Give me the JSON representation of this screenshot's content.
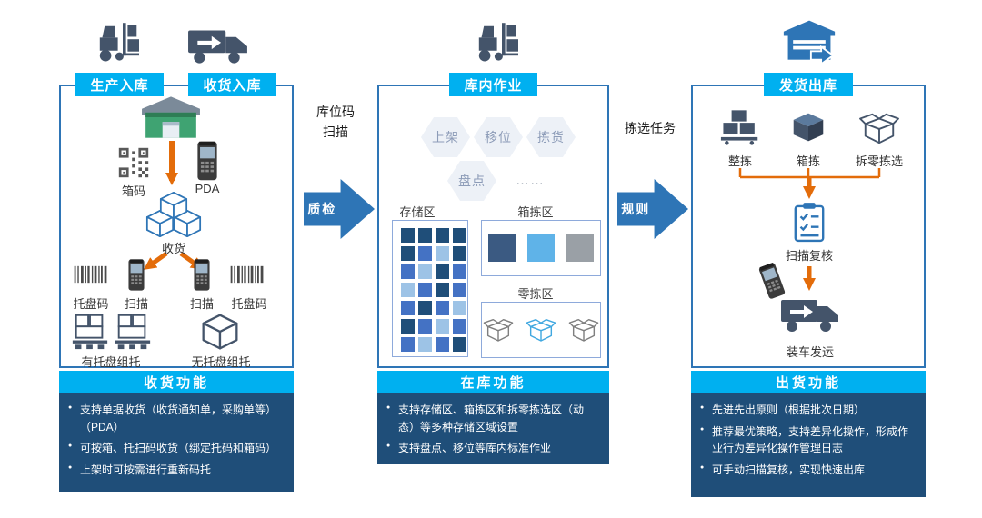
{
  "inbound": {
    "tag_production": "生产入库",
    "tag_receiving": "收货入库",
    "box_code": "箱码",
    "pda": "PDA",
    "receive": "收货",
    "pallet_code_left": "托盘码",
    "scan_left": "扫描",
    "scan_right": "扫描",
    "pallet_code_right": "托盘码",
    "with_pallet": "有托盘组托",
    "without_pallet": "无托盘组托",
    "footer_title": "收货功能",
    "bullets": [
      "支持单据收货（收货通知单，采购单等）（PDA）",
      "可按箱、托扫码收货（绑定托码和箱码）",
      "上架时可按需进行重新码托"
    ]
  },
  "flow1": {
    "label_line1": "库位码",
    "label_line2": "扫描",
    "arrow_text": "质检"
  },
  "warehouse_ops": {
    "tag": "库内作业",
    "hex": [
      "上架",
      "移位",
      "拣货",
      "盘点"
    ],
    "dots": "……",
    "storage_label": "存储区",
    "box_pick_label": "箱拣区",
    "piece_pick_label": "零拣区",
    "footer_title": "在库功能",
    "bullets": [
      "支持存储区、箱拣区和拆零拣选区（动态）等多种存储区域设置",
      "支持盘点、移位等库内标准作业"
    ],
    "storage_grid": {
      "rows": [
        "DDDD",
        "DMLD",
        "MLDM",
        "LMDM",
        "MDML",
        "DMLM",
        "MLMD"
      ],
      "palette": {
        "D": "#1f4e79",
        "M": "#4472c4",
        "L": "#9dc3e6"
      }
    },
    "box_pick_colors": [
      "#3b5a82",
      "#5fb3e8",
      "#9aa0a6"
    ]
  },
  "flow2": {
    "label_line1": "拣选任务",
    "arrow_text": "规则"
  },
  "outbound": {
    "tag": "发货出库",
    "pick_whole": "整拣",
    "pick_box": "箱拣",
    "pick_piece": "拆零拣选",
    "scan_review": "扫描复核",
    "ship": "装车发运",
    "footer_title": "出货功能",
    "bullets": [
      "先进先出原则（根据批次日期）",
      "推荐最优策略，支持差异化操作，形成作业行为差异化操作管理日志",
      "可手动扫描复核，实现快速出库"
    ]
  },
  "colors": {
    "cyan": "#00b0f0",
    "navy": "#1f4e79",
    "panel_border": "#2e75b6",
    "orange": "#e36c0a"
  }
}
